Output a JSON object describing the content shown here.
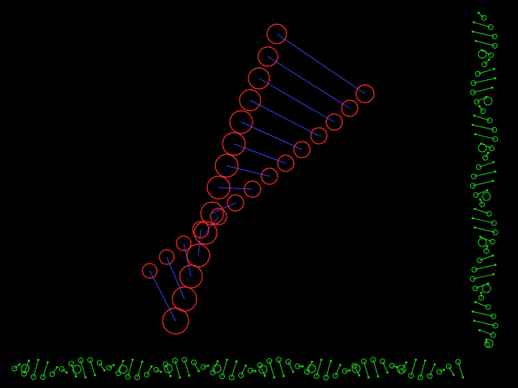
{
  "scene": {
    "background": "#000000",
    "colors": {
      "main_circle": "#ff2a2a",
      "main_link": "#3a3aff",
      "side_chain": "#22cc22"
    },
    "main_chain": {
      "rung_count": 16
    },
    "right_helix": {
      "rung_count": 36
    },
    "bottom_helix": {
      "rung_count": 48
    }
  }
}
